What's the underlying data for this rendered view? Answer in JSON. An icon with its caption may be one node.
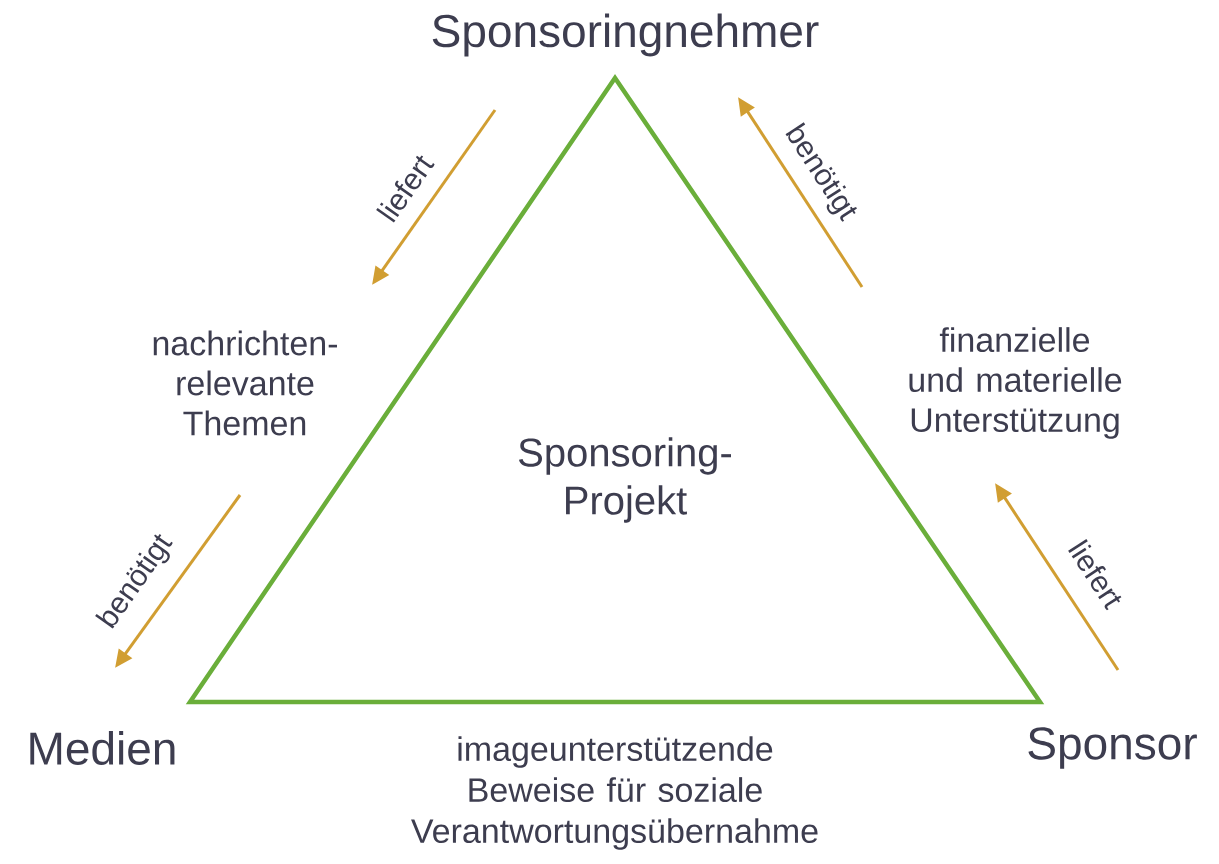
{
  "diagram": {
    "nodes": [
      {
        "text": [
          "Sponsoringnehmer"
        ]
      },
      {
        "text": [
          "nachrichten- relevante Themen"
        ]
      },
      {
        "text": [
          "finanzielle und materielle Unterstützung"
        ]
      },
      {
        "text": [
          "Sponsoring- Projekt"
        ]
      },
      {
        "text": [
          "Medien"
        ]
      },
      {
        "text": [
          "Sponsor"
        ]
      }
    ],
    "edges": [
      {
        "from": 0,
        "to": 1,
        "arrow": "to",
        "label": "liefert"
      },
      {
        "from": 1,
        "to": 4,
        "arrow": "to",
        "label": "benötigt"
      },
      {
        "from": 5,
        "to": 2,
        "arrow": "to",
        "label": "liefert"
      },
      {
        "from": 2,
        "to": 0,
        "arrow": "to",
        "label": "benötigt"
      }
    ],
    "labels": [
      "imageunterstützende Beweise für soziale Verantwortungsübernahme"
    ]
  }
}
